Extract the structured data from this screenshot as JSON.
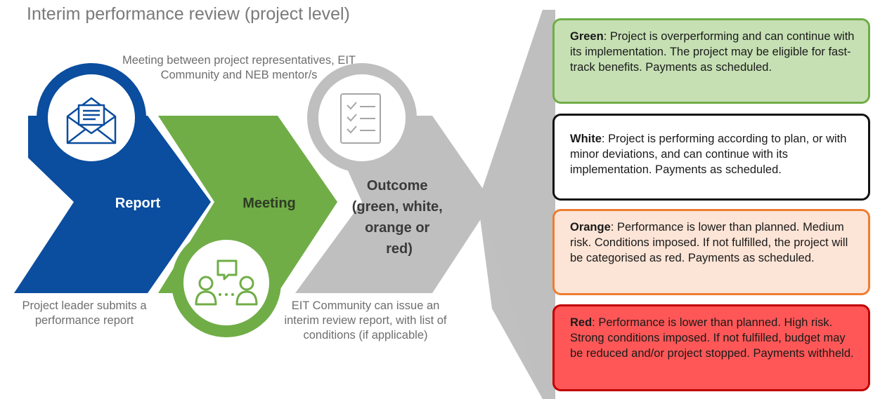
{
  "title": "Interim performance review (project level)",
  "notes": {
    "meeting": "Meeting between project representatives, EIT Community and NEB mentor/s",
    "report": "Project leader submits a performance report",
    "outcome": "EIT Community can issue an interim review report, with list of conditions (if applicable)"
  },
  "steps": {
    "report": "Report",
    "meeting": "Meeting",
    "outcome": [
      "Outcome",
      "(green, white,",
      "orange or",
      "red)"
    ]
  },
  "outcomes": [
    {
      "label": "Green",
      "text": ": Project is overperforming and can continue with its implementation. The project may be eligible for fast-track benefits. Payments as scheduled."
    },
    {
      "label": "White",
      "text": ": Project is performing according to plan, or with minor deviations, and can continue with its implementation. Payments as scheduled."
    },
    {
      "label": "Orange",
      "text": ": Performance is lower than planned. Medium risk. Conditions imposed. If not fulfilled, the project will be categorised as red. Payments as scheduled."
    },
    {
      "label": "Red",
      "text": ": Performance is lower than planned. High risk. Strong conditions imposed. If not fulfilled, budget may be reduced and/or project stopped. Payments withheld."
    }
  ],
  "colors": {
    "report": "#0b4d9e",
    "meeting": "#70ad47",
    "outcome": "#bfbfbf",
    "green_fill": "#c6e0b4",
    "orange_fill": "#fce4d6",
    "red_fill": "#ff5757"
  },
  "icons": {
    "report": "envelope-icon",
    "meeting": "people-chat-icon",
    "outcome": "checklist-icon"
  }
}
